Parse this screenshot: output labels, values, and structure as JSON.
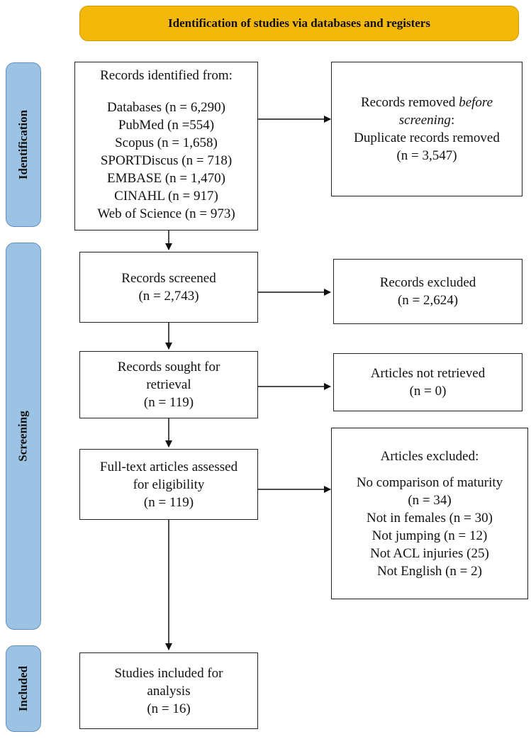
{
  "banner": {
    "title": "Identification of studies via databases and registers"
  },
  "phases": {
    "identification": "Identification",
    "screening": "Screening",
    "included": "Included"
  },
  "boxes": {
    "records_identified": {
      "heading": "Records identified from:",
      "items": [
        "Databases (n = 6,290)",
        "PubMed (n =554)",
        "Scopus (n = 1,658)",
        "SPORTDiscus (n = 718)",
        "EMBASE (n = 1,470)",
        "CINAHL (n = 917)",
        "Web of Science (n = 973)"
      ]
    },
    "records_removed": {
      "line1_prefix": "Records removed ",
      "line1_emph": "before",
      "line2_emph": "screening",
      "line2_suffix": ":",
      "line3": "Duplicate records removed",
      "line4": "(n = 3,547)"
    },
    "records_screened": {
      "line1": "Records screened",
      "line2": "(n = 2,743)"
    },
    "records_excluded": {
      "line1": "Records excluded",
      "line2": "(n = 2,624)"
    },
    "sought_retrieval": {
      "line1": "Records sought for",
      "line2": "retrieval",
      "line3": "(n = 119)"
    },
    "not_retrieved": {
      "line1": "Articles not retrieved",
      "line2": "(n = 0)"
    },
    "fulltext_assessed": {
      "line1": "Full-text articles assessed",
      "line2": "for eligibility",
      "line3": "(n = 119)"
    },
    "articles_excluded": {
      "heading": "Articles excluded:",
      "items": [
        "No comparison of maturity",
        "(n = 34)",
        "Not in females (n = 30)",
        "Not jumping (n = 12)",
        "Not ACL injuries (25)",
        "Not English (n = 2)"
      ]
    },
    "studies_included": {
      "line1": "Studies included for",
      "line2": "analysis",
      "line3": "(n = 16)"
    }
  }
}
